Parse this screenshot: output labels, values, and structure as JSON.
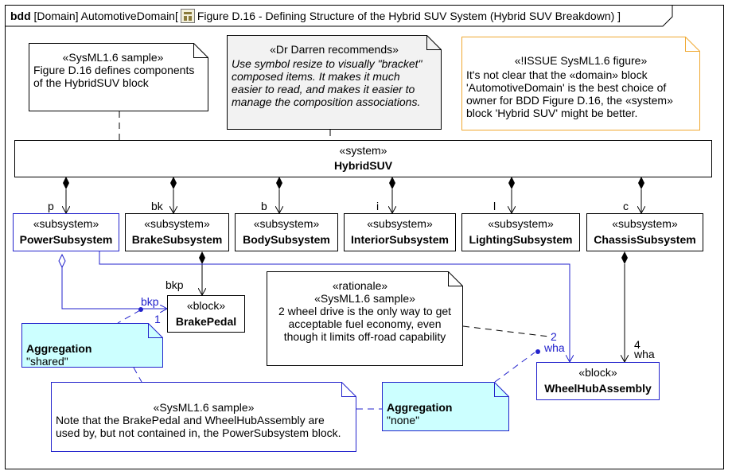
{
  "frame": {
    "kind": "bdd",
    "context": "[Domain] AutomotiveDomain[",
    "title": "Figure D.16 - Defining Structure of the Hybrid SUV System (Hybrid SUV Breakdown) ]",
    "icon": "diagram-icon"
  },
  "notes": {
    "sample_top": {
      "stereotype": "«SysML1.6 sample»",
      "line1": "Figure D.16 defines components",
      "line2": "of the HybridSUV block"
    },
    "darren": {
      "stereotype": "«Dr Darren recommends»",
      "line1": "Use symbol resize to visually \"bracket\"",
      "line2": "composed items. It makes it much",
      "line3": "easier to read, and makes it easier to",
      "line4": "manage the composition associations."
    },
    "issue": {
      "stereotype": "«!ISSUE SysML1.6 figure»",
      "line1": "It's not clear that the «domain» block",
      "line2": "'AutomotiveDomain' is the best choice of",
      "line3": "owner for BDD Figure D.16, the «system»",
      "line4": "block 'Hybrid SUV' might be better."
    },
    "rationale": {
      "stereotype": "«rationale»",
      "stereotype2": "«SysML1.6 sample»",
      "line1": "2 wheel drive is the only way to get",
      "line2": "acceptable fuel economy, even",
      "line3": "though it limits off-road capability"
    },
    "agg_shared": {
      "title": "Aggregation",
      "value": "\"shared\""
    },
    "agg_none": {
      "title": "Aggregation",
      "value": "\"none\""
    },
    "sample_bottom": {
      "stereotype": "«SysML1.6 sample»",
      "line1": "Note that the BrakePedal and WheelHubAssembly are",
      "line2": "used by, but not contained in, the PowerSubsystem block."
    }
  },
  "blocks": {
    "hybrid": {
      "stereotype": "«system»",
      "name": "HybridSUV"
    },
    "power": {
      "stereotype": "«subsystem»",
      "name": "PowerSubsystem"
    },
    "brake": {
      "stereotype": "«subsystem»",
      "name": "BrakeSubsystem"
    },
    "body": {
      "stereotype": "«subsystem»",
      "name": "BodySubsystem"
    },
    "interior": {
      "stereotype": "«subsystem»",
      "name": "InteriorSubsystem"
    },
    "lighting": {
      "stereotype": "«subsystem»",
      "name": "LightingSubsystem"
    },
    "chassis": {
      "stereotype": "«subsystem»",
      "name": "ChassisSubsystem"
    },
    "brakepedal": {
      "stereotype": "«block»",
      "name": "BrakePedal"
    },
    "wheelhub": {
      "stereotype": "«block»",
      "name": "WheelHubAssembly"
    }
  },
  "roles": {
    "p": "p",
    "bk": "bk",
    "b": "b",
    "i": "i",
    "l": "l",
    "c": "c",
    "bkp_black": "bkp",
    "bkp_blue": "bkp",
    "mult_bkp": "1",
    "wha_black": "wha",
    "mult_wha_black": "4",
    "wha_blue": "wha",
    "mult_wha_blue": "2"
  },
  "colors": {
    "shared_edge": "#2222cc",
    "note_issue": "#f0a830",
    "note_aggregation": "#ccffff",
    "note_darren": "#f2f2f2"
  }
}
